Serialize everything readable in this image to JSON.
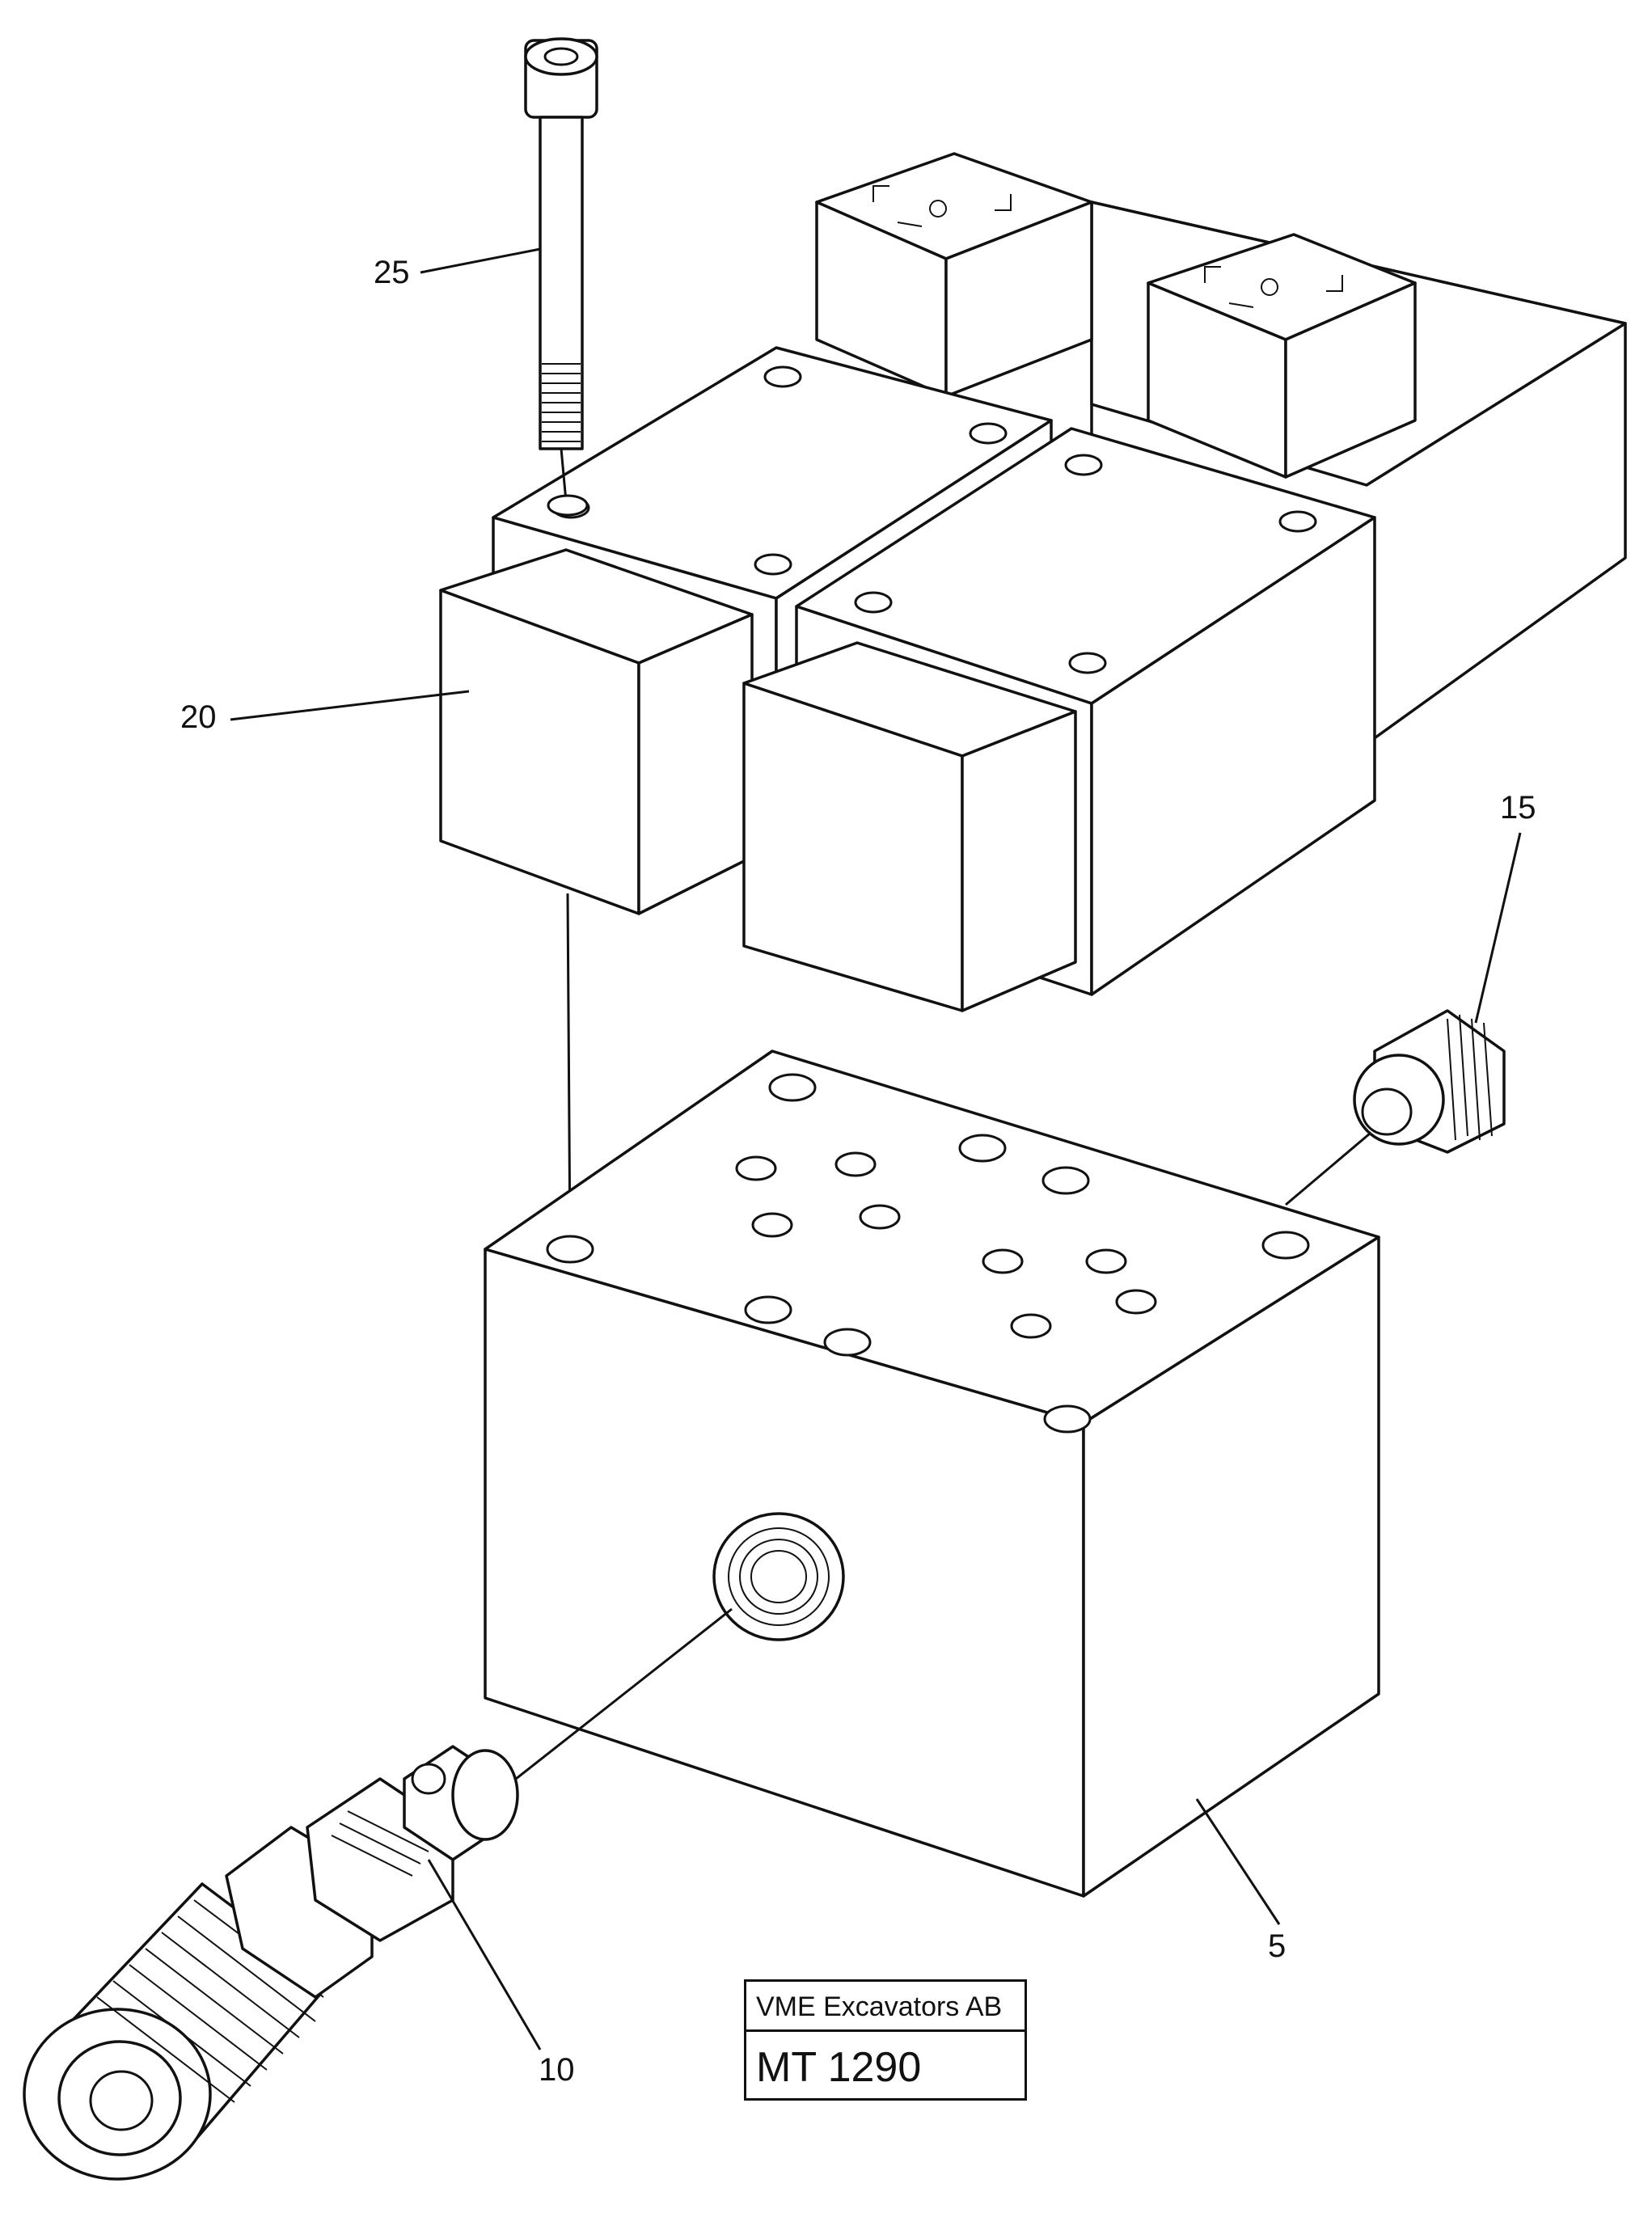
{
  "callouts": {
    "c5": "5",
    "c10": "10",
    "c15": "15",
    "c20": "20",
    "c25": "25"
  },
  "title_block": {
    "company": "VME Excavators AB",
    "code": "MT 1290"
  }
}
